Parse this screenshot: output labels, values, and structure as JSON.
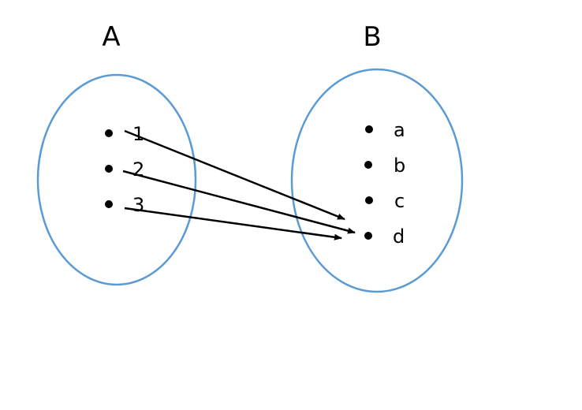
{
  "diagram": {
    "type": "mapping",
    "ellipse_color": "#5b9bd5",
    "sets": [
      {
        "name": "A",
        "elements": [
          "1",
          "2",
          "3"
        ]
      },
      {
        "name": "B",
        "elements": [
          "a",
          "b",
          "c",
          "d"
        ]
      }
    ],
    "mappings": [
      {
        "from": "1",
        "to": "d"
      },
      {
        "from": "2",
        "to": "d"
      },
      {
        "from": "3",
        "to": "d"
      }
    ]
  }
}
